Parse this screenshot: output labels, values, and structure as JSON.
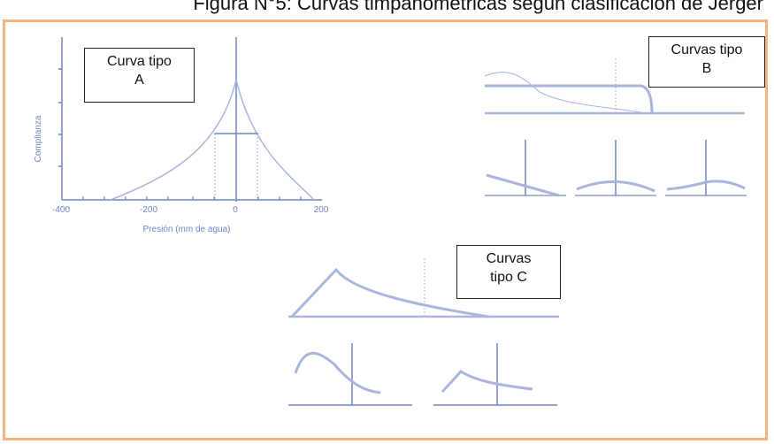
{
  "caption": "Figura N°5: Curvas timpanométricas según clasificación de Jerger",
  "colors": {
    "frame": "#f5b47f",
    "curve": "#a9b5dc",
    "axis": "#6f86c4"
  },
  "type_a": {
    "box_line1": "Curva tipo",
    "box_line2": "A",
    "y_axis_label": "Complianza",
    "x_axis_label": "Presión (mm de agua)",
    "x_ticks": [
      "-400",
      "-200",
      "0",
      "200"
    ]
  },
  "type_b": {
    "box_line1": "Curvas tipo",
    "box_line2": "B"
  },
  "type_c": {
    "box_line1": "Curvas",
    "box_line2": "tipo C"
  }
}
